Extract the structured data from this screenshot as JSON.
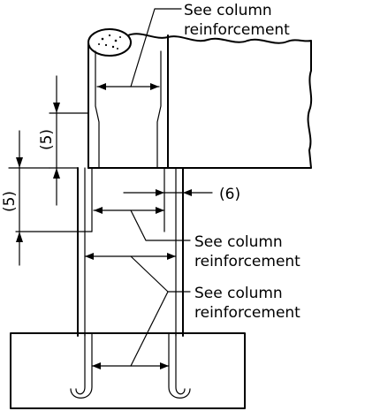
{
  "diagram": {
    "labels": {
      "see_column_top_line1": "See column",
      "see_column_top_line2": "reinforcement",
      "see_column_mid_line1": "See column",
      "see_column_mid_line2": "reinforcement",
      "see_column_bot_line1": "See column",
      "see_column_bot_line2": "reinforcement"
    },
    "dimensions": {
      "upper_lap": "(5)",
      "lower_lap": "(5)",
      "offset": "(6)"
    }
  }
}
